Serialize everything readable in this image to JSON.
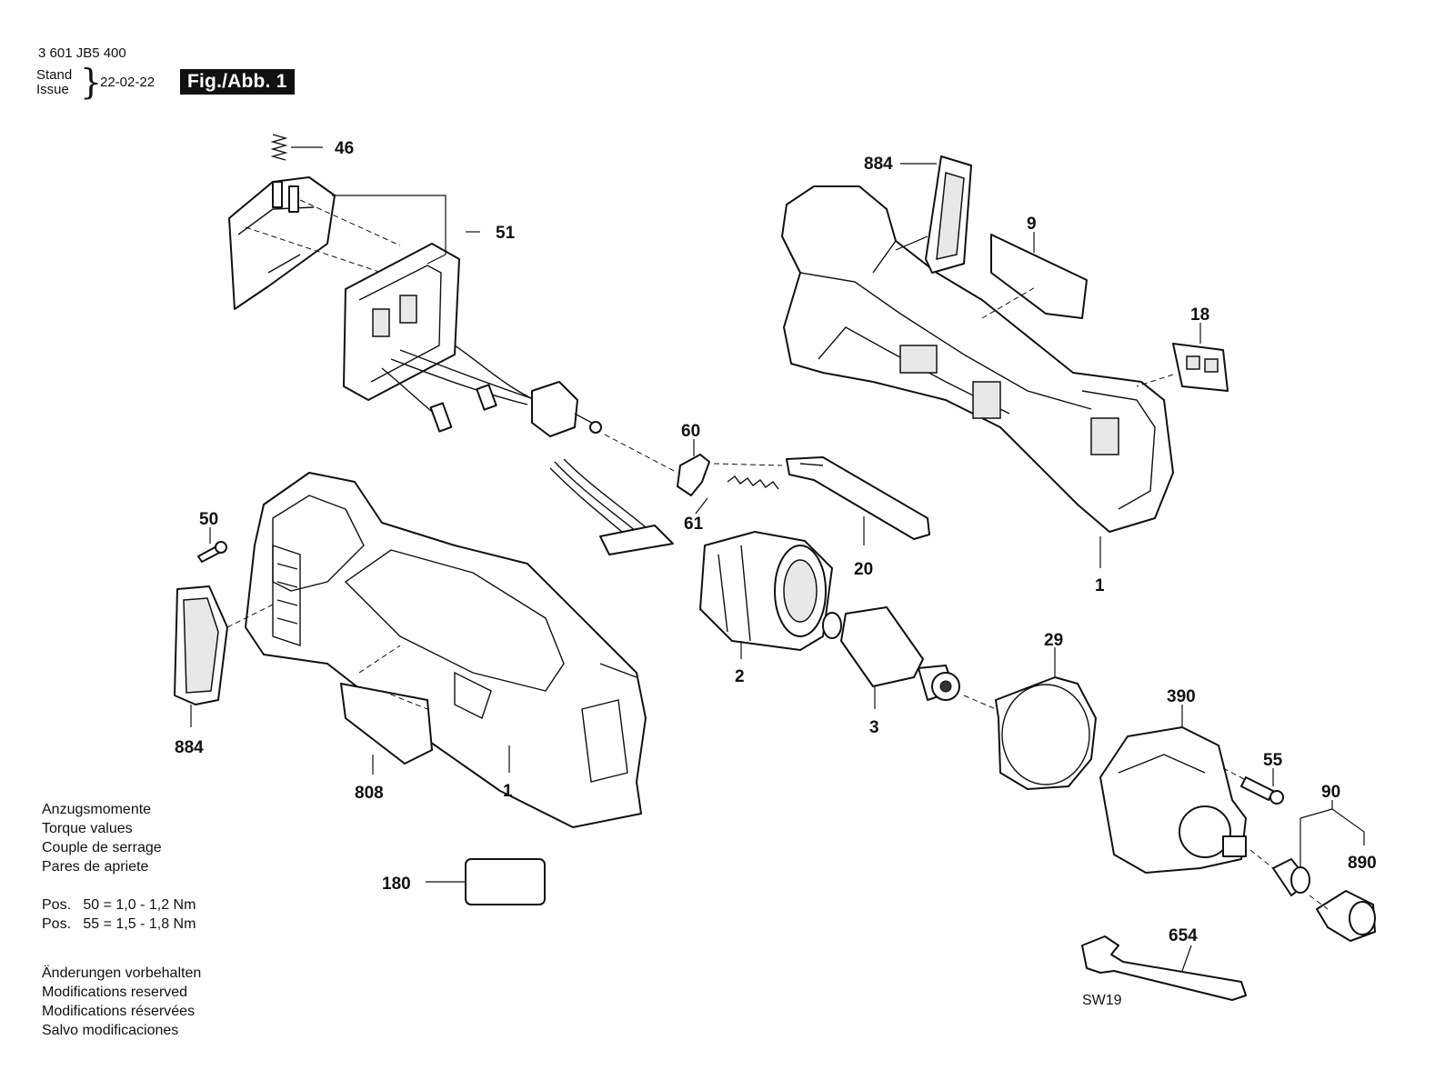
{
  "header": {
    "drawing_number": "3 601 JB5 400",
    "stand_label": "Stand",
    "issue_label": "Issue",
    "brace": "}",
    "date": "22-02-22",
    "figure_badge": "Fig./Abb. 1"
  },
  "notes": {
    "torque_headings": [
      "Anzugsmomente",
      "Torque values",
      "Couple de serrage",
      "Pares de apriete"
    ],
    "positions": [
      {
        "prefix": "Pos.",
        "text": "50 = 1,0 - 1,2 Nm"
      },
      {
        "prefix": "Pos.",
        "text": "55 = 1,5 - 1,8 Nm"
      }
    ],
    "modifications": [
      "Änderungen vorbehalten",
      "Modifications reserved",
      "Modifications réservées",
      "Salvo modificaciones"
    ]
  },
  "parts": {
    "p46": "46",
    "p51": "51",
    "p884_top": "884",
    "p9": "9",
    "p18": "18",
    "p60": "60",
    "p61": "61",
    "p20": "20",
    "p1_right": "1",
    "p50": "50",
    "p884_left": "884",
    "p808": "808",
    "p1_left": "1",
    "p2": "2",
    "p3": "3",
    "p29": "29",
    "p390": "390",
    "p55": "55",
    "p90": "90",
    "p890": "890",
    "p180": "180",
    "p654": "654"
  },
  "wrench_size": "SW19"
}
